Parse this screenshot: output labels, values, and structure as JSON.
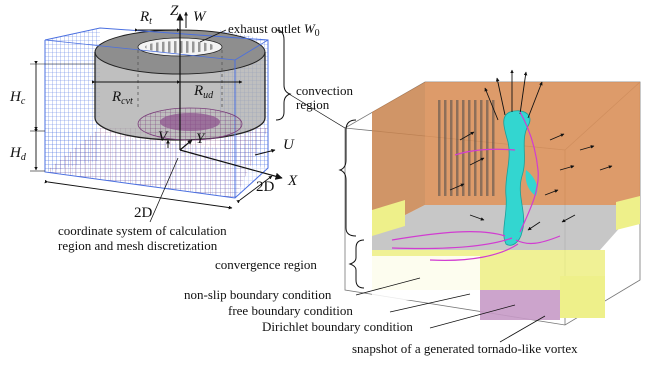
{
  "left_figure": {
    "labels": {
      "R_t_main": "R",
      "R_t_sub": "t",
      "Z": "Z",
      "W": "W",
      "exhaust_outlet_text": "exhaust outlet ",
      "exhaust_outlet_symbol": "W",
      "exhaust_outlet_sub": "0",
      "H_c_main": "H",
      "H_c_sub": "c",
      "H_d_main": "H",
      "H_d_sub": "d",
      "R_cvt_main": "R",
      "R_cvt_sub": "cvt",
      "R_ud_main": "R",
      "R_ud_sub": "ud",
      "V": "V",
      "Y": "Y",
      "U": "U",
      "X": "X",
      "two_D_side": "2D",
      "two_D_bottom": "2D",
      "caption_line1": "coordinate system of calculation",
      "caption_line2": "region and mesh discretization"
    }
  },
  "right_figure": {
    "labels": {
      "convection_region_line1": "convection",
      "convection_region_line2": "region",
      "convergence_region": "convergence region",
      "non_slip": "non-slip boundary condition",
      "free_boundary": "free boundary condition",
      "dirichlet": "Dirichlet boundary condition",
      "snapshot": "snapshot of a generated tornado-like vortex"
    }
  },
  "colors": {
    "mesh_blue": "#4a6fe0",
    "mesh_purple": "#7a3e7a",
    "cylinder_gray": "#a9a9a9",
    "convection_orange": "#d9905a",
    "vortex_cyan": "#33d6d0",
    "streamline_magenta": "#d13cd1",
    "boundary_yellow": "#eef08a",
    "dirichlet_pink": "#c79ac7"
  }
}
